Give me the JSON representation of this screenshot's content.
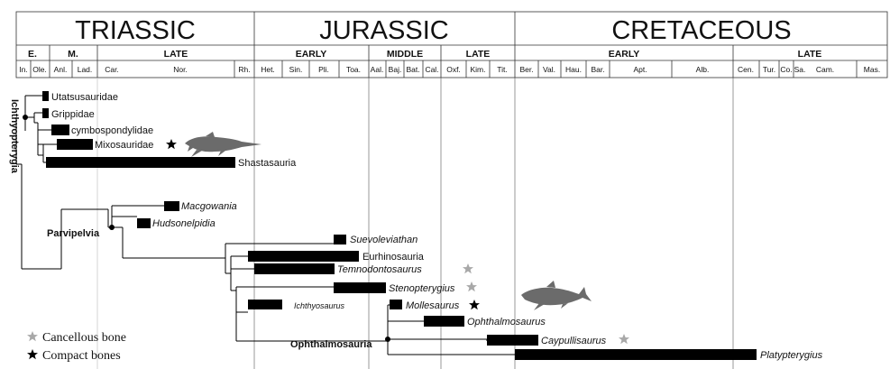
{
  "periods": {
    "triassic": "TRIASSIC",
    "jurassic": "JURASSIC",
    "cretaceous": "CRETACEOUS"
  },
  "epochs": {
    "e": "E.",
    "m": "M.",
    "late_tri": "LATE",
    "early_jur": "EARLY",
    "middle_jur": "MIDDLE",
    "late_jur": "LATE",
    "early_cre": "EARLY",
    "late_cre": "LATE"
  },
  "stages": {
    "ind": "In.",
    "ole": "Ole.",
    "ani": "Anl.",
    "lad": "Lad.",
    "car": "Car.",
    "nor": "Nor.",
    "rh": "Rh.",
    "het": "Het.",
    "sin": "Sin.",
    "pli": "Pli.",
    "toa": "Toa.",
    "aal": "Aal.",
    "baj": "Baj.",
    "bat": "Bat.",
    "cal": "Cal.",
    "oxf": "Oxf.",
    "kim": "Kim.",
    "tit": "Tit.",
    "ber": "Ber.",
    "val": "Val.",
    "hau": "Hau.",
    "bar": "Bar.",
    "apt": "Apt.",
    "alb": "Alb.",
    "cen": "Cen.",
    "tur": "Tur.",
    "co": "Co.",
    "sa": "Sa.",
    "cam": "Cam.",
    "mas": "Mas."
  },
  "taxa": {
    "utatsu": "Utatsusauridae",
    "grippi": "Grippidae",
    "cymbo": "cymbospondylidae",
    "mixo": "Mixosauridae",
    "shasta": "Shastasauria",
    "macgo": "Macgowania",
    "hudson": "Hudsonelpidia",
    "suevo": "Suevoleviathan",
    "eurhino": "Eurhinosauria",
    "temno": "Temnodontosaurus",
    "steno": "Stenopterygius",
    "ichthyo": "Ichthyosaurus",
    "molle": "Mollesaurus",
    "ophthalmo": "Ophthalmosaurus",
    "caypu": "Caypullisaurus",
    "platy": "Platypterygius"
  },
  "clades": {
    "ichthyopterygia": "Ichthyopterygia",
    "parvipelvia": "Parvipelvia",
    "ophthalmosauria": "Ophthalmosauria"
  },
  "legend": {
    "cancellous": "Cancellous bone",
    "compact": "Compact bones"
  },
  "colors": {
    "bar": "#000000",
    "gray_star": "#a8a8a8",
    "black_star": "#000000",
    "silhouette": "#6b6b6b"
  },
  "icons": {
    "star": "star-icon",
    "ichthyosaur": "ichthyosaur-silhouette-icon"
  }
}
